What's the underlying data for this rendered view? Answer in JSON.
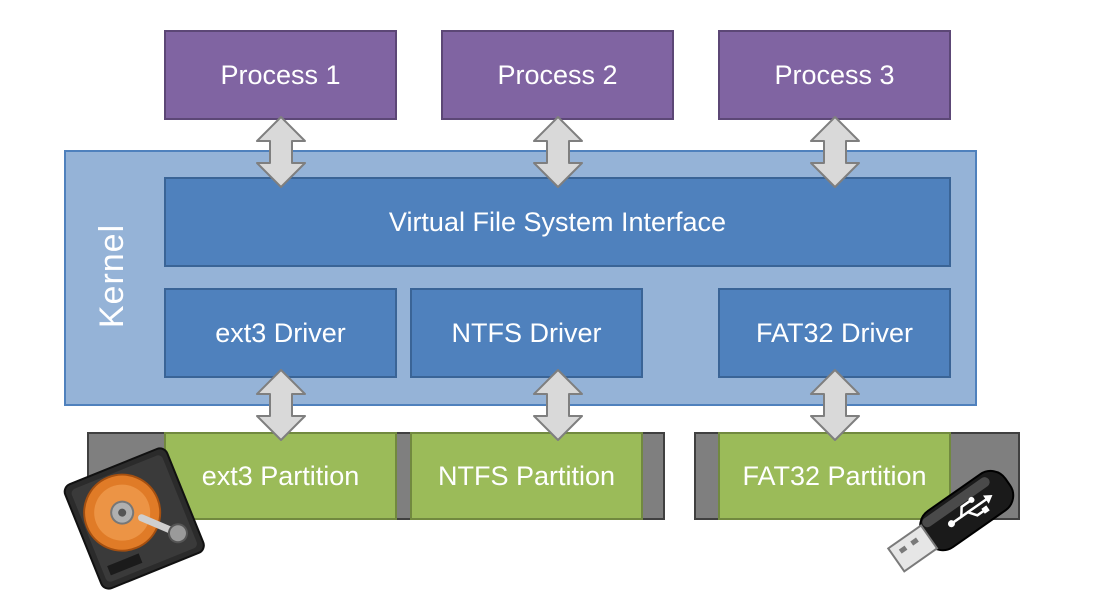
{
  "processes": [
    "Process 1",
    "Process 2",
    "Process 3"
  ],
  "kernel": {
    "label": "Kernel",
    "vfs": "Virtual File System Interface",
    "drivers": [
      "ext3 Driver",
      "NTFS Driver",
      "FAT32 Driver"
    ]
  },
  "partitions": [
    "ext3 Partition",
    "NTFS Partition",
    "FAT32 Partition"
  ],
  "icons": [
    "hard-drive-icon",
    "usb-drive-icon"
  ],
  "colors": {
    "process": "#8064a2",
    "kernel": "#95b3d7",
    "component": "#4f81bd",
    "partition": "#9bbb59",
    "disk": "#7f7f7f",
    "arrow": "#d9d9d9"
  }
}
